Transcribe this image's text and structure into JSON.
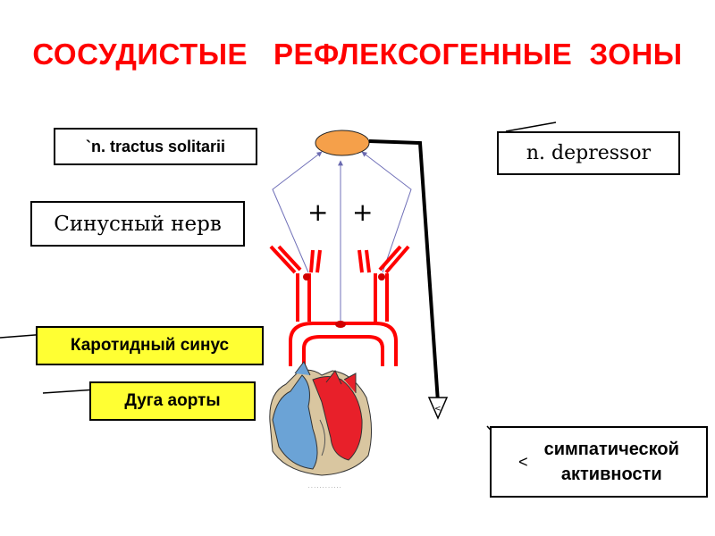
{
  "title": "СОСУДИСТЫЕ   РЕФЛЕКСОГЕННЫЕ  ЗОНЫ",
  "labels": {
    "nucleus": "`n. tractus solitarii",
    "sinus_nerve": "Синусный нерв",
    "depressor": "n. depressor",
    "carotid_sinus": "Каротидный синус",
    "aortic_arch": "Дуга  аорты",
    "sympathetic_symbol": "<",
    "sympathetic_line1": "симпатической",
    "sympathetic_line2": "активности",
    "plus_left": "+",
    "plus_right": "+"
  },
  "colors": {
    "title": "#ff0000",
    "highlight_box": "#ffff33",
    "vessel": "#ff0000",
    "nucleus": "#f5a04a",
    "heart_blue": "#6ba3d6",
    "heart_red": "#e8202a"
  }
}
